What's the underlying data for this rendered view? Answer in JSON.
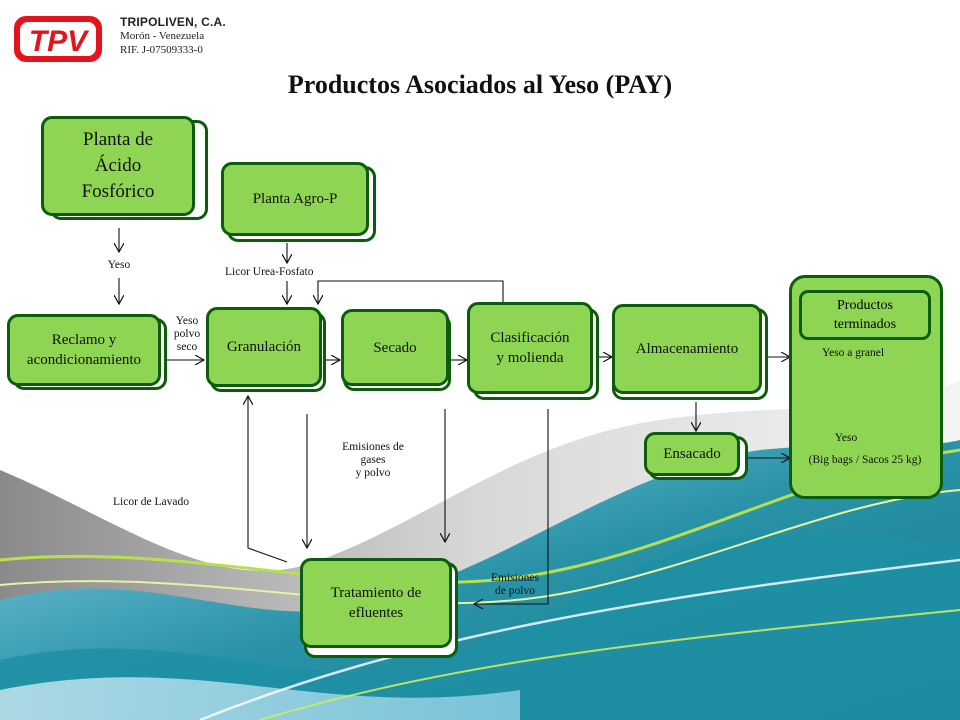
{
  "company": {
    "logo_text": "TPV",
    "name": "TRIPOLIVEN,  C.A.",
    "location": "Morón - Venezuela",
    "rif": "RIF. J-07509333-0"
  },
  "title": "Productos Asociados al Yeso (PAY)",
  "nodes": {
    "planta_acido": [
      "Planta de",
      "Ácido",
      "Fosfórico"
    ],
    "planta_agro": "Planta Agro-P",
    "reclamo": [
      "Reclamo y",
      "acondicionamiento"
    ],
    "granulacion": "Granulación",
    "secado": "Secado",
    "clasificacion": [
      "Clasificación",
      "y molienda"
    ],
    "almacenamiento": "Almacenamiento",
    "ensacado": "Ensacado",
    "tratamiento": [
      "Tratamiento de",
      "efluentes"
    ],
    "productos": [
      "Productos",
      "terminados"
    ]
  },
  "labels": {
    "yeso": "Yeso",
    "licor_urea": "Licor  Urea-Fosfato",
    "yeso_polvo_seco": [
      "Yeso",
      "polvo",
      "seco"
    ],
    "emisiones_gases": [
      "Emisiones de",
      "gases",
      "y polvo"
    ],
    "licor_lavado": "Licor  de Lavado",
    "emisiones_polvo": [
      "Emisiones",
      "de polvo"
    ],
    "yeso_granel": "Yeso a granel",
    "yeso_bags": "Yeso",
    "bags_detail": "(Big bags / Sacos 25 kg)"
  },
  "colors": {
    "box_fill": "#8ed553",
    "box_border": "#0b5d0b",
    "logo_red": "#e3141b"
  }
}
